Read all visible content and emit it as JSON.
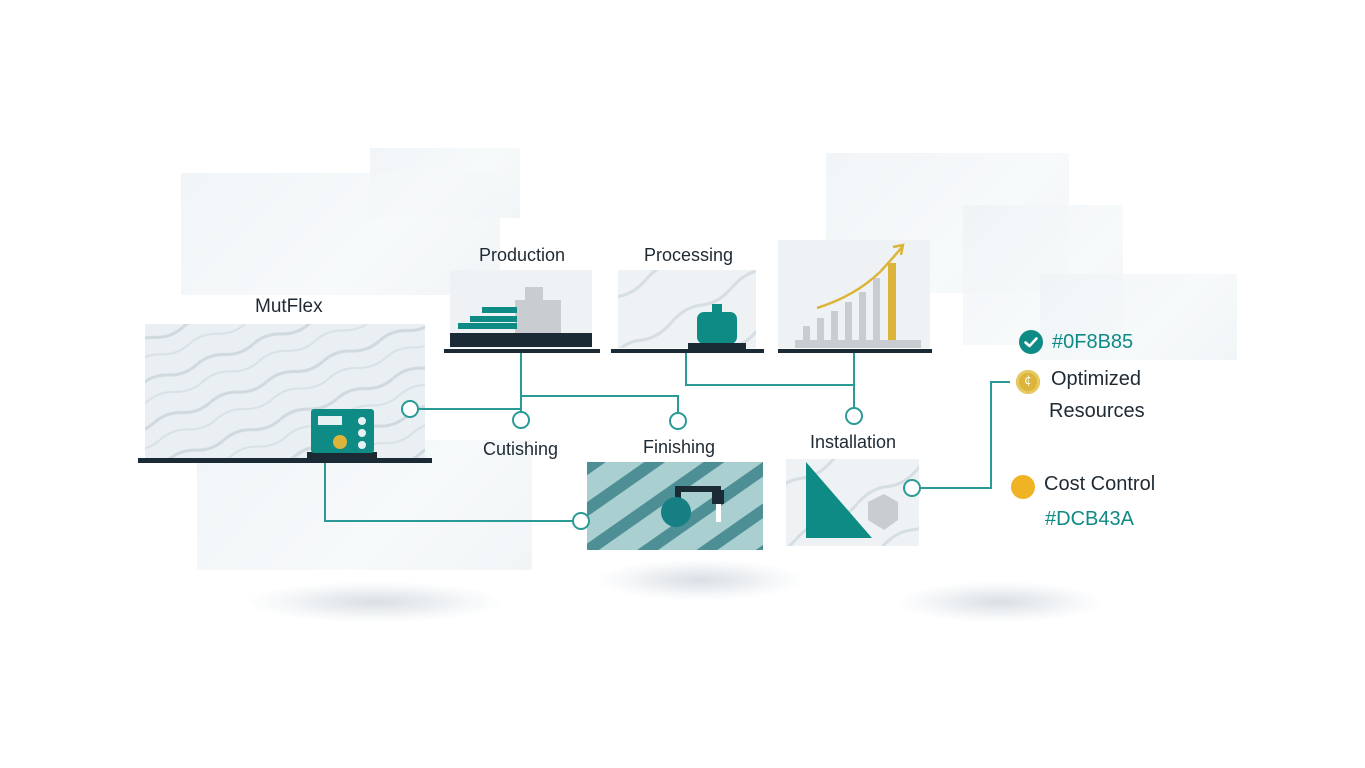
{
  "brand": "MutFlex",
  "stages": {
    "production": "Production",
    "processing": "Processing",
    "cutishing": "Cutishing",
    "finishing": "Finishing",
    "installation": "Installation"
  },
  "legend": {
    "primary_hex": "#0F8B85",
    "optimized_line1": "Optimized",
    "optimized_line2": "Resources",
    "cost_control": "Cost Control",
    "accent_hex": "#DCB43A"
  },
  "colors": {
    "teal": "#0F8B85",
    "gold": "#DCB43A",
    "dark": "#1B2B36",
    "grey": "#C9CDD1"
  }
}
